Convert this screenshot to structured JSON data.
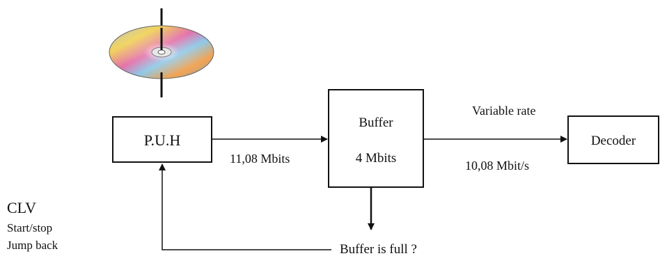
{
  "blocks": {
    "puh": "P.U.H",
    "buffer_title": "Buffer",
    "buffer_size": "4 Mbits",
    "decoder": "Decoder"
  },
  "edges": {
    "puh_to_buffer": "11,08 Mbits",
    "buffer_to_decoder_top": "Variable rate",
    "buffer_to_decoder_bottom": "10,08 Mbit/s",
    "feedback": "Buffer is full ?"
  },
  "side_notes": {
    "mode": "CLV",
    "line1": "Start/stop",
    "line2": "Jump back"
  },
  "icons": {
    "disc": "optical-disc-icon"
  }
}
